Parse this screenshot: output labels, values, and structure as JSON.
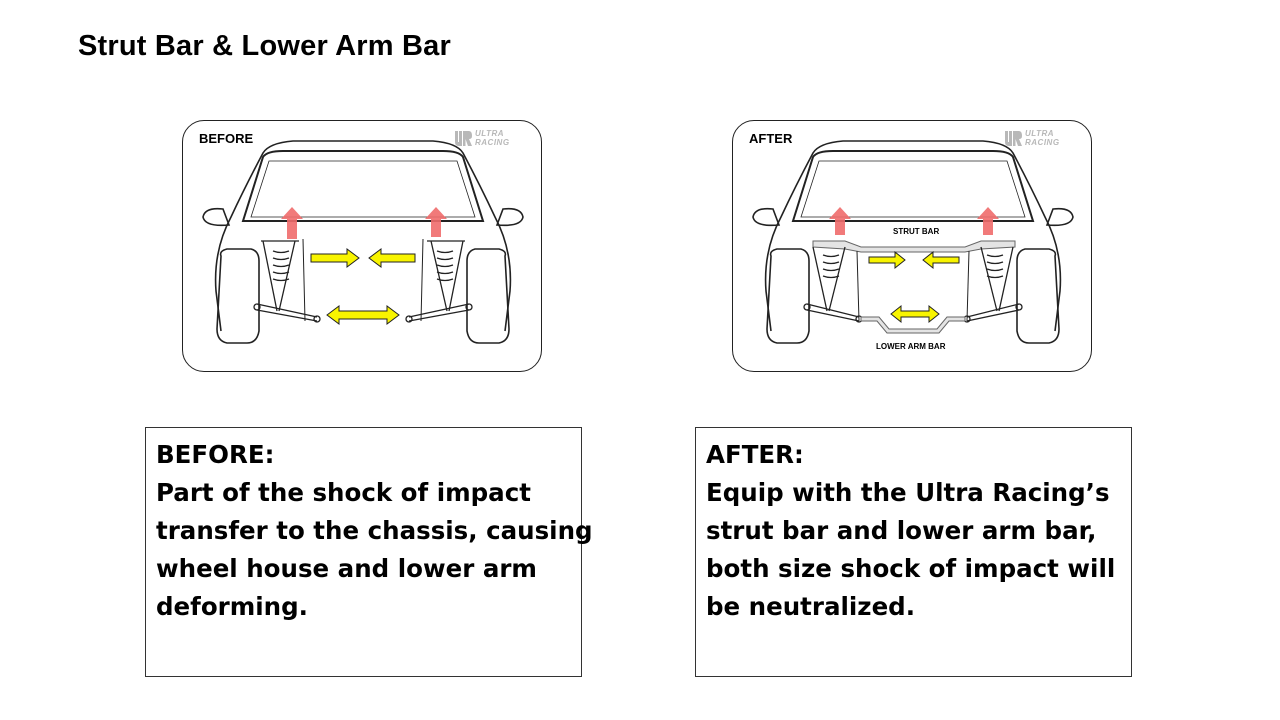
{
  "title": "Strut Bar & Lower Arm Bar",
  "colors": {
    "arrow_yellow": "#f8f400",
    "arrow_red": "#f06b6b",
    "outline": "#222222",
    "logo_grey": "#b8b8b8"
  },
  "panels": {
    "before": {
      "label": "BEFORE",
      "logo_mark": "UR",
      "logo_text": "ULTRA RACING"
    },
    "after": {
      "label": "AFTER",
      "logo_mark": "UR",
      "logo_text": "ULTRA RACING",
      "strut_bar_label": "STRUT BAR",
      "lower_arm_bar_label": "LOWER ARM BAR"
    }
  },
  "boxes": {
    "before": {
      "heading": "BEFORE:",
      "lines": [
        "Part of the shock of impact",
        "transfer to the chassis, causing",
        "wheel house and lower arm",
        "deforming."
      ]
    },
    "after": {
      "heading": "AFTER:",
      "lines": [
        "Equip with the Ultra Racing’s",
        "strut bar and lower arm bar,",
        "both size shock of impact will",
        "be neutralized."
      ]
    }
  }
}
